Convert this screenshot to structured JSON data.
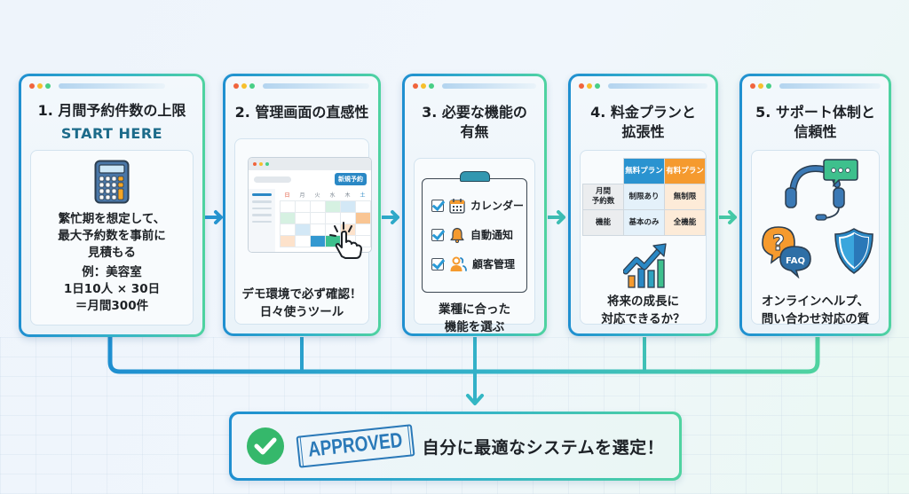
{
  "steps": [
    {
      "number": "1.",
      "title": "月間予約件数の上限",
      "badge": "START HERE",
      "icon": "calculator-icon",
      "description_lines": [
        "繁忙期を想定して、",
        "最大予約数を事前に",
        "見積もる"
      ],
      "example_lines": [
        "例：美容室",
        "1日10人 × 30日",
        "＝月間300件"
      ]
    },
    {
      "number": "2.",
      "title": "管理画面の直感性",
      "icon": "calendar-dashboard-icon",
      "mock": {
        "new_booking_button": "新規予約",
        "weekdays": [
          "日",
          "月",
          "火",
          "水",
          "木",
          "土"
        ]
      },
      "description_lines": [
        "デモ環境で必ず確認！",
        "日々使うツール"
      ]
    },
    {
      "number": "3.",
      "title_lines": [
        "必要な機能の",
        "有無"
      ],
      "icon": "clipboard-checklist-icon",
      "checklist": [
        {
          "label": "カレンダー",
          "icon": "calendar-icon",
          "checked": true
        },
        {
          "label": "自動通知",
          "icon": "bell-icon",
          "checked": true
        },
        {
          "label": "顧客管理",
          "icon": "users-icon",
          "checked": true
        }
      ],
      "description_lines": [
        "業種に合った",
        "機能を選ぶ"
      ]
    },
    {
      "number": "4.",
      "title_lines": [
        "料金プランと",
        "拡張性"
      ],
      "plan_table": {
        "columns": [
          "無料プラン",
          "有料プラン"
        ],
        "rows": [
          {
            "label_lines": [
              "月間",
              "予約数"
            ],
            "free": "制限あり",
            "paid": "無制限"
          },
          {
            "label_lines": [
              "機能"
            ],
            "free": "基本のみ",
            "paid": "全機能"
          }
        ]
      },
      "icon": "growth-chart-icon",
      "description_lines": [
        "将来の成長に",
        "対応できるか？"
      ]
    },
    {
      "number": "5.",
      "title_lines": [
        "サポート体制と",
        "信頼性"
      ],
      "icons": [
        "headset-chat-icon",
        "faq-bubble-icon",
        "shield-icon"
      ],
      "faq_label": "FAQ",
      "question_mark": "?",
      "description_lines": [
        "オンラインヘルプ、",
        "問い合わせ対応の質"
      ]
    }
  ],
  "result": {
    "stamp": "APPROVED",
    "text": "自分に最適なシステムを選定！",
    "icon": "check-circle-icon"
  },
  "colors": {
    "gradient_start": "#1f8fd0",
    "gradient_mid": "#35b4c8",
    "gradient_end": "#4fd3a0",
    "accent_orange": "#f59a2e",
    "accent_blue": "#2a93d0",
    "success_green": "#35b86b",
    "start_here": "#1c6b8a"
  }
}
